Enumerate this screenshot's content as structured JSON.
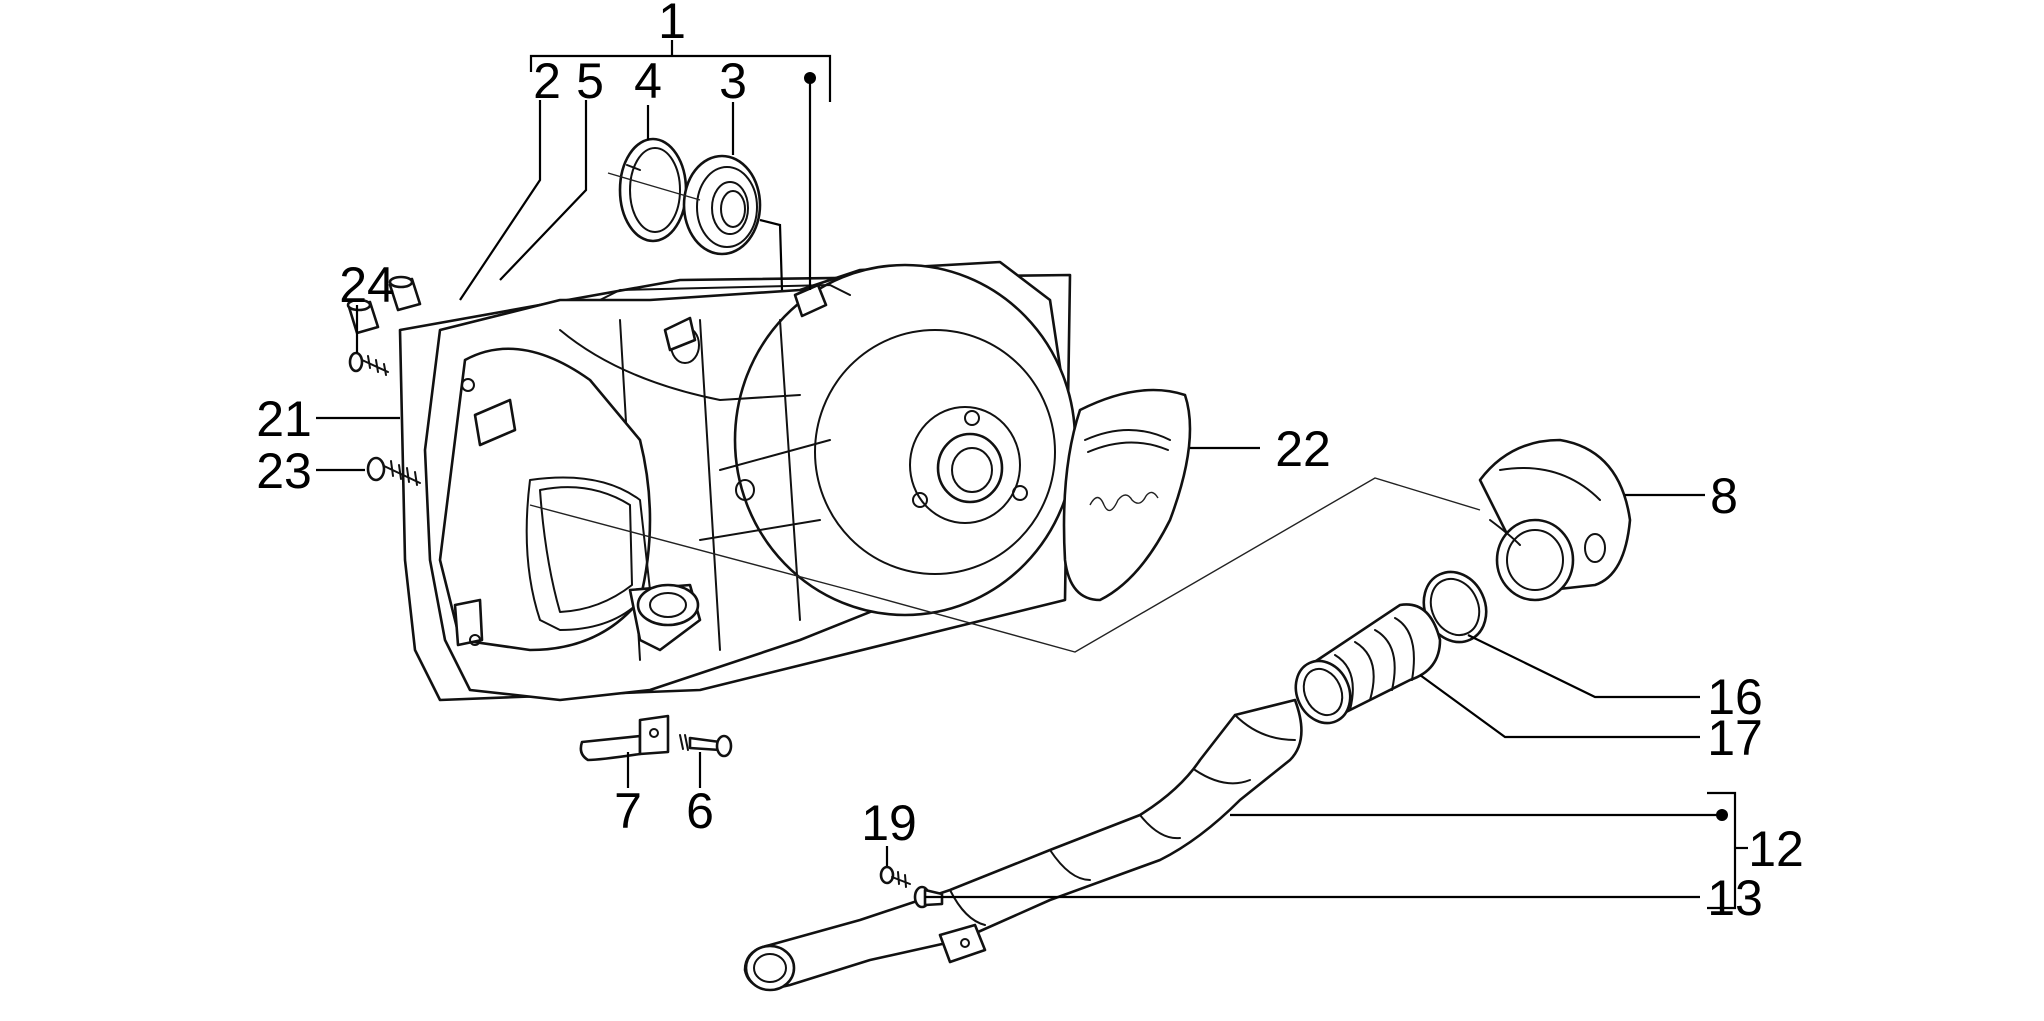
{
  "callouts": {
    "c1": "1",
    "c2": "2",
    "c3": "3",
    "c4": "4",
    "c5": "5",
    "c6": "6",
    "c7": "7",
    "c8": "8",
    "c12": "12",
    "c13": "13",
    "c16": "16",
    "c17": "17",
    "c19": "19",
    "c21": "21",
    "c22": "22",
    "c23": "23",
    "c24": "24"
  },
  "colors": {
    "line": "#000000",
    "background": "#ffffff"
  }
}
